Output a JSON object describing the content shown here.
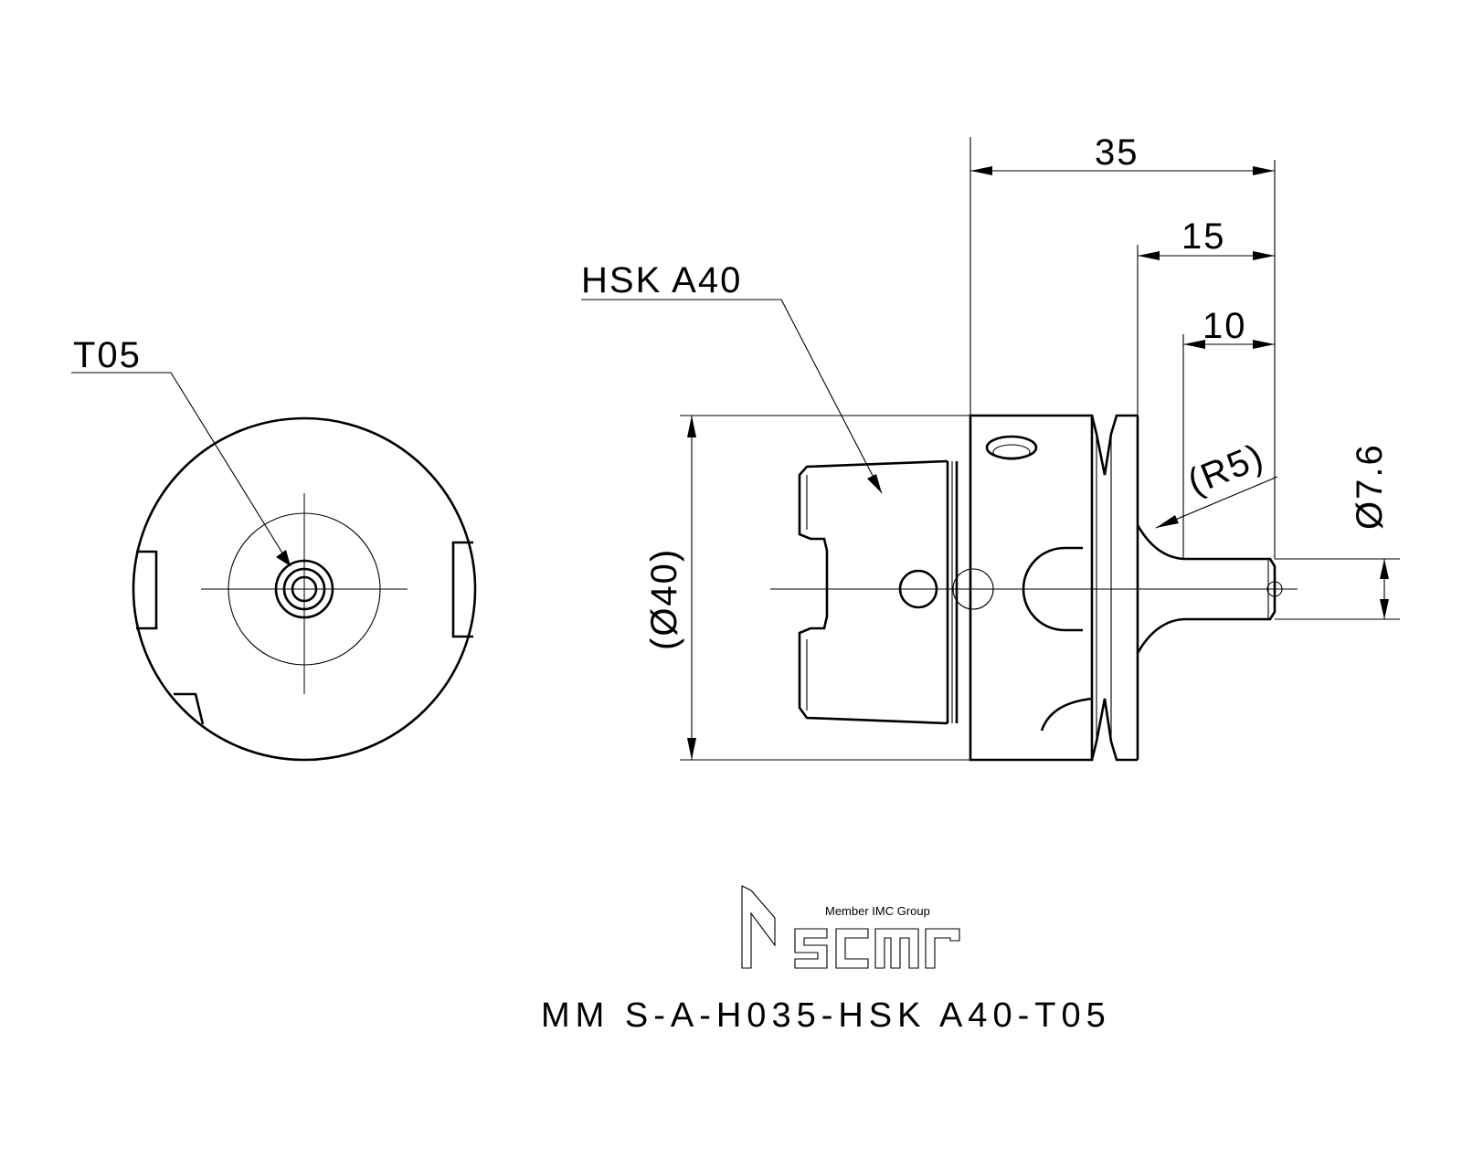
{
  "labels": {
    "front_view_callout": "T05",
    "side_view_callout": "HSK  A40"
  },
  "dimensions": {
    "overall_length": "35",
    "neck_length": "15",
    "tip_length": "10",
    "fillet_radius": "(R5)",
    "tip_diameter": "Ø7.6",
    "body_diameter": "(Ø40)"
  },
  "logo": {
    "tagline": "Member IMC Group",
    "brand": "iscar"
  },
  "part_number": "MM  S-A-H035-HSK  A40-T05"
}
